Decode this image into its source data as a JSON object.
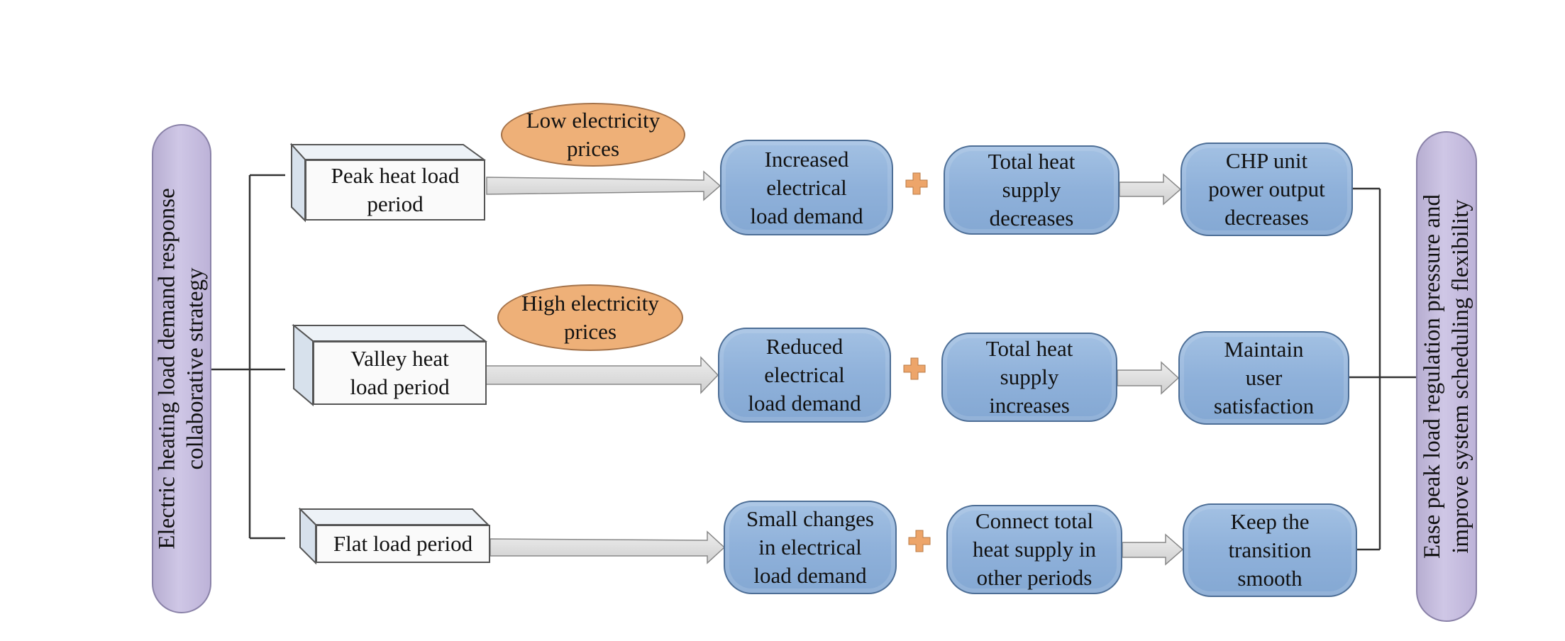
{
  "left_pill": {
    "lines": [
      "Electric heating load demand response",
      "collaborative strategy"
    ]
  },
  "right_pill": {
    "lines": [
      "Ease peak load regulation pressure and",
      "improve system scheduling flexibility"
    ]
  },
  "rows": [
    {
      "period": [
        "Peak  heat load",
        "period"
      ],
      "price": [
        "Low electricity",
        "prices"
      ],
      "demand": [
        "Increased",
        "electrical",
        "load demand"
      ],
      "supply": [
        "Total heat",
        "supply",
        "decreases"
      ],
      "outcome": [
        "CHP unit",
        "power output",
        "decreases"
      ]
    },
    {
      "period": [
        "Valley  heat",
        "load period"
      ],
      "price": [
        "High electricity",
        "prices"
      ],
      "demand": [
        "Reduced",
        "electrical",
        "load demand"
      ],
      "supply": [
        "Total heat",
        "supply",
        "increases"
      ],
      "outcome": [
        "Maintain",
        "user",
        "satisfaction"
      ]
    },
    {
      "period": [
        "Flat load period"
      ],
      "price": null,
      "demand": [
        "Small changes",
        "in electrical",
        "load demand"
      ],
      "supply": [
        "Connect total",
        "heat supply in",
        "other periods"
      ],
      "outcome": [
        "Keep the",
        "transition",
        "smooth"
      ]
    }
  ],
  "colors": {
    "pill": "#c4bbdd",
    "ellipse": "#eeb078",
    "blue_box": "#8fb1da",
    "plus": "#eda56a",
    "arrow": "#d9d9d9"
  }
}
